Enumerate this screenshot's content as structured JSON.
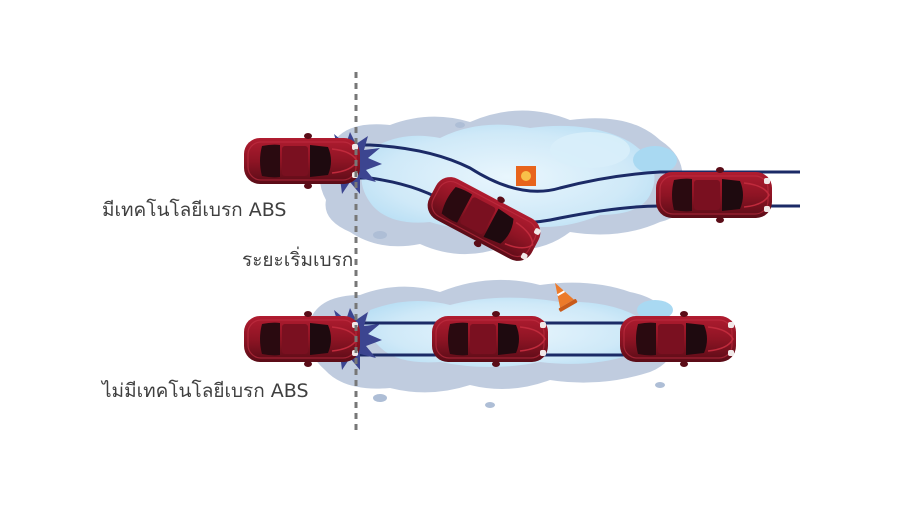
{
  "labels": {
    "with_abs": "มีเทคโนโลยีเบรก ABS",
    "brake_start": "ระยะเริ่มเบรก",
    "without_abs": "ไม่มีเทคโนโลยีเบรก ABS"
  },
  "colors": {
    "car_body": "#8e1424",
    "car_dark": "#3a0a12",
    "trail": "#1b2a66",
    "water": "#d8eefa",
    "water_deep": "#a9d9f2",
    "mist": "#aebed6",
    "splash": "#3c4590",
    "marker_divider": "#777777",
    "obstacle": "#e8641c",
    "cone": "#ec7a2a"
  },
  "icons": {
    "obstacle_top": "square-obstacle-icon",
    "obstacle_bottom": "traffic-cone-icon"
  }
}
